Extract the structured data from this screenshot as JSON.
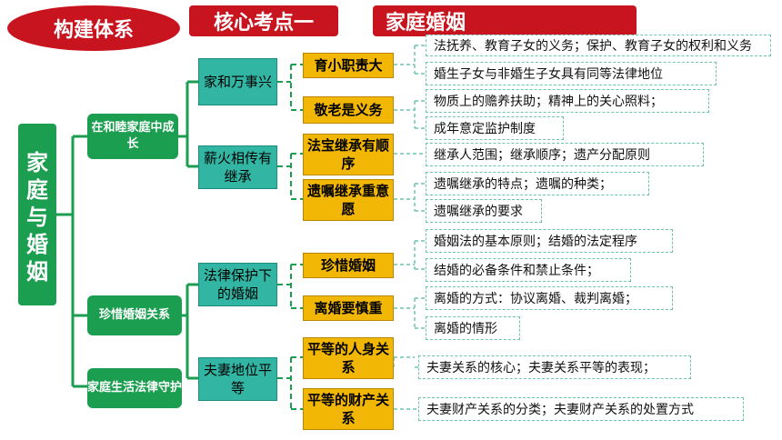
{
  "header": {
    "badge": "构建体系",
    "core": "核心考点一",
    "topic": "家庭婚姻"
  },
  "root": "家庭与婚姻",
  "branches": [
    {
      "label": "在和睦家庭中成长",
      "children": [
        {
          "label": "家和万事兴",
          "children": [
            {
              "label": "育小职责大",
              "items": [
                "法抚养、教育子女的义务；保护、教育子女的权利和义务",
                "婚生子女与非婚生子女具有同等法律地位"
              ]
            },
            {
              "label": "敬老是义务",
              "items": [
                "物质上的赡养扶助；精神上的关心照料；",
                "成年意定监护制度"
              ]
            }
          ]
        },
        {
          "label": "薪火相传有继承",
          "children": [
            {
              "label": "法宝继承有顺序",
              "items": [
                "继承人范围；继承顺序；遗产分配原则"
              ]
            },
            {
              "label": "遗嘱继承重意愿",
              "items": [
                "遗嘱继承的特点；遗嘱的种类；",
                "遗嘱继承的要求"
              ]
            }
          ]
        }
      ]
    },
    {
      "label": "珍惜婚姻关系",
      "children": [
        {
          "label": "法律保护下的婚姻",
          "children": [
            {
              "label": "珍惜婚姻",
              "items": [
                "婚姻法的基本原则；结婚的法定程序",
                "结婚的必备条件和禁止条件；"
              ]
            },
            {
              "label": "离婚要慎重",
              "items": [
                "离婚的方式：协议离婚、裁判离婚；",
                "离婚的情形"
              ]
            }
          ]
        },
        {
          "label": "夫妻地位平等",
          "children": [
            {
              "label": "平等的人身关系",
              "items": [
                "夫妻关系的核心；夫妻关系平等的表现；"
              ]
            },
            {
              "label": "平等的财产关系",
              "items": [
                "夫妻财产关系的分类；夫妻财产关系的处置方式"
              ]
            }
          ]
        }
      ]
    },
    {
      "label": "家庭生活法律守护",
      "children": []
    }
  ],
  "colors": {
    "red": "#c8141e",
    "green": "#1b9e50",
    "teal": "#33b5a4",
    "yellow": "#f2b705",
    "leaf_border": "#6fc3b2"
  }
}
